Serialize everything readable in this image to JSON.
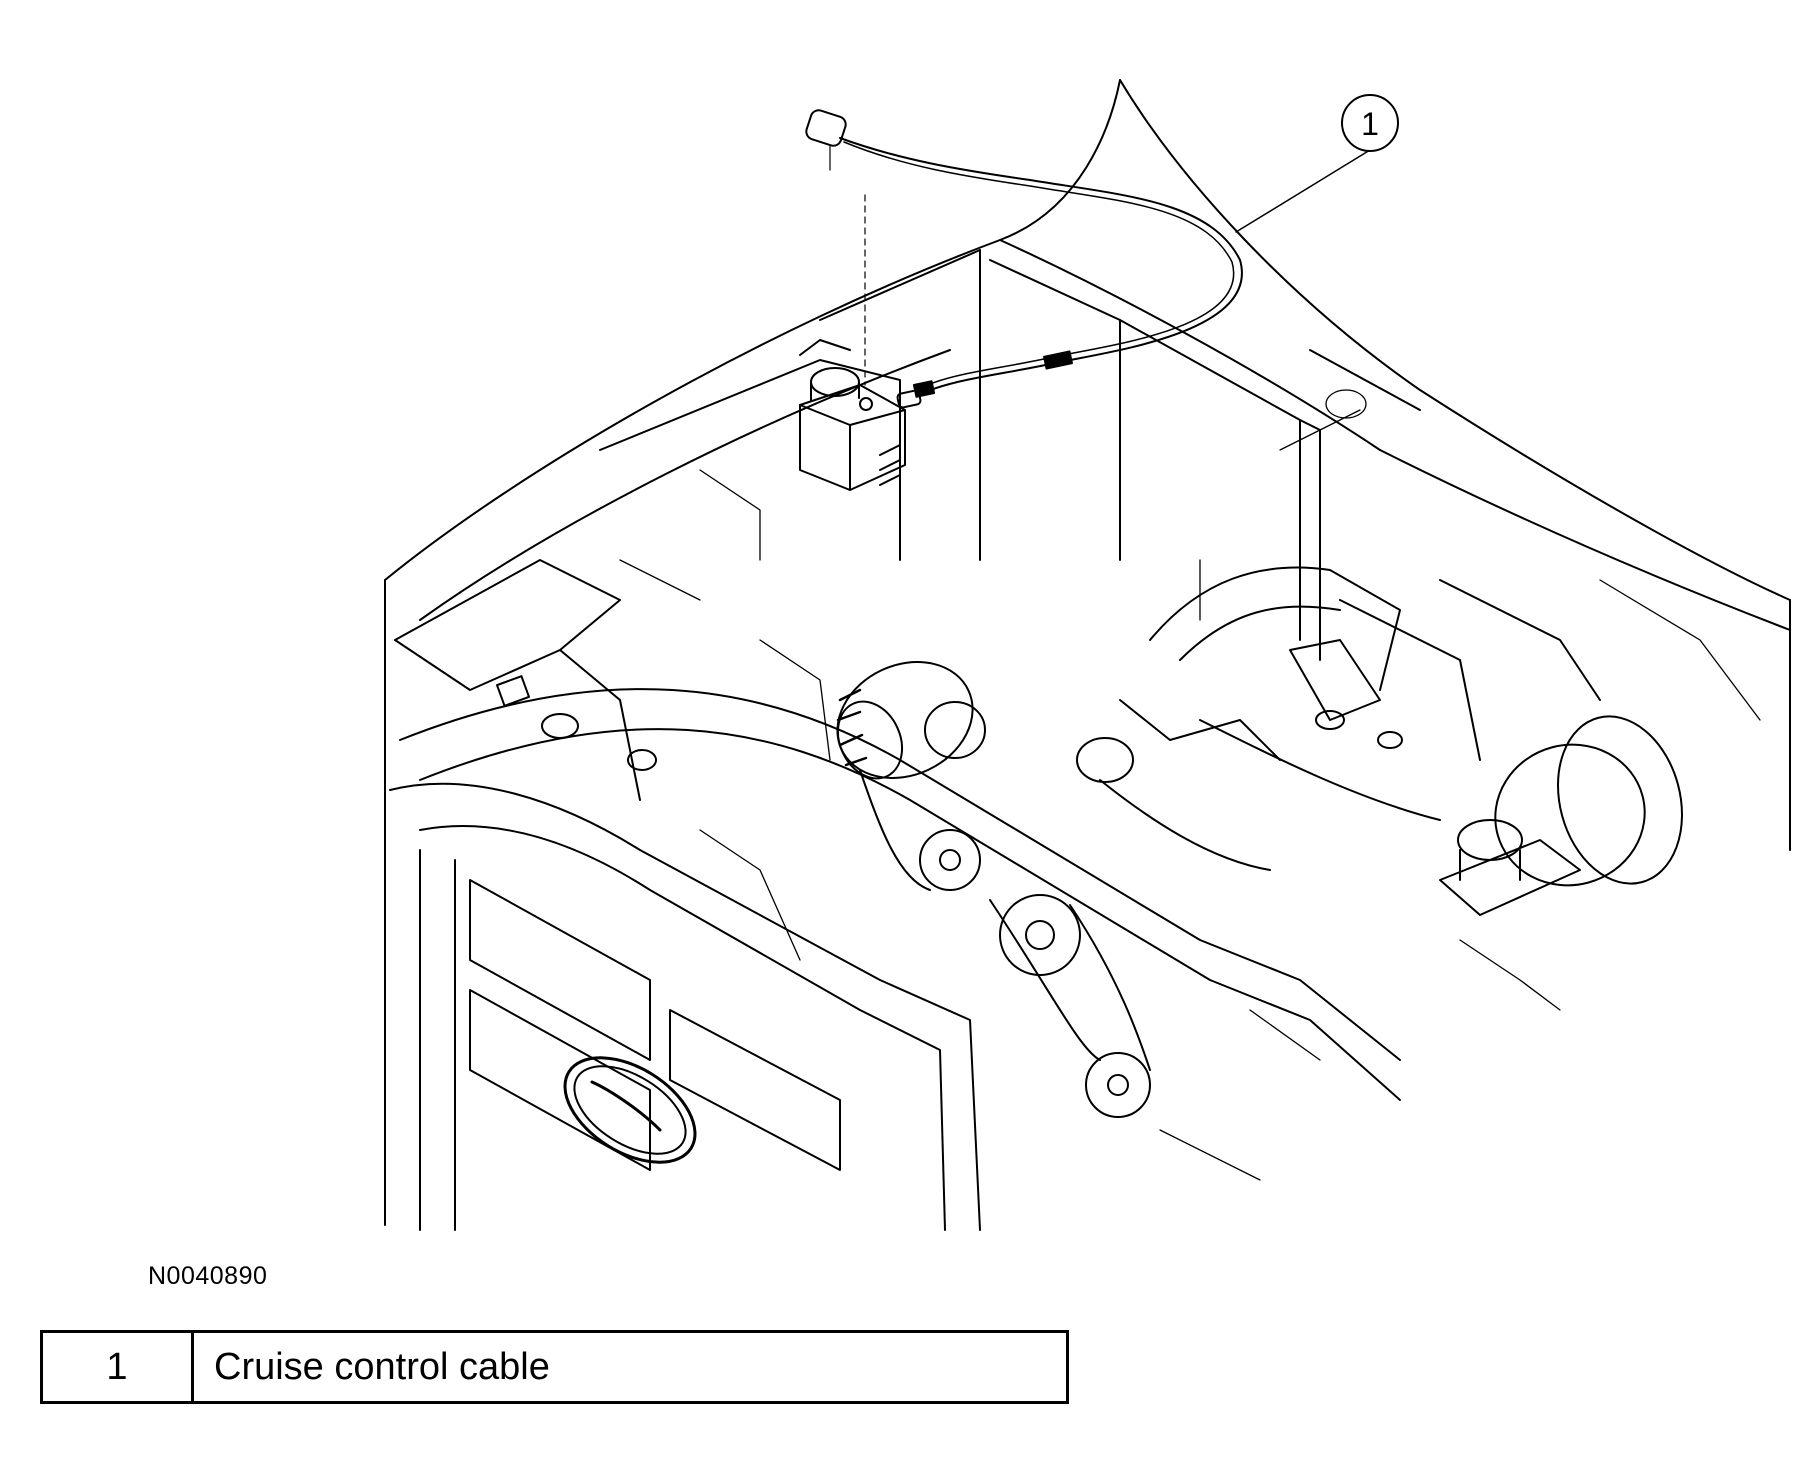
{
  "callouts": [
    {
      "number": "1"
    }
  ],
  "figure_id": "N0040890",
  "legend": {
    "rows": [
      {
        "number": "1",
        "description": "Cruise control cable"
      }
    ]
  },
  "illustration": {
    "icons": [
      "cruise-control-cable-icon",
      "speed-control-servo-icon",
      "alternator-icon",
      "brake-booster-icon",
      "ford-emblem-icon"
    ],
    "brand_emblem": "Ford",
    "stroke_color": "#000000",
    "fill_color": "#ffffff"
  }
}
